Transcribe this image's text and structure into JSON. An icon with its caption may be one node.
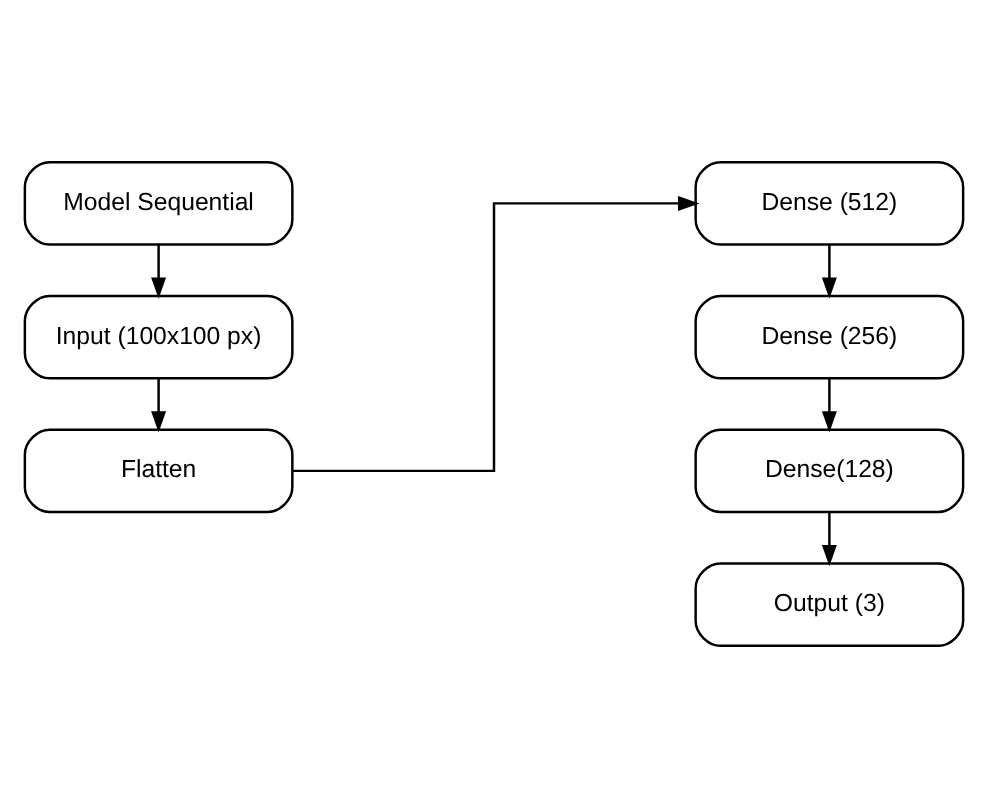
{
  "diagram": {
    "nodes": [
      {
        "text": [
          "Model Sequential"
        ]
      },
      {
        "text": [
          "Input (100x100 px)"
        ]
      },
      {
        "text": [
          "Flatten"
        ]
      },
      {
        "text": [
          "Dense (512)"
        ]
      },
      {
        "text": [
          "Dense (256)"
        ]
      },
      {
        "text": [
          "Dense(128)"
        ]
      },
      {
        "text": [
          "Output (3)"
        ]
      }
    ],
    "edges": [
      {
        "from": 0,
        "to": 1,
        "arrow": "to"
      },
      {
        "from": 1,
        "to": 2,
        "arrow": "to"
      },
      {
        "from": 2,
        "to": 3,
        "arrow": "to"
      },
      {
        "from": 3,
        "to": 4,
        "arrow": "to"
      },
      {
        "from": 4,
        "to": 5,
        "arrow": "to"
      },
      {
        "from": 5,
        "to": 6,
        "arrow": "to"
      }
    ]
  }
}
